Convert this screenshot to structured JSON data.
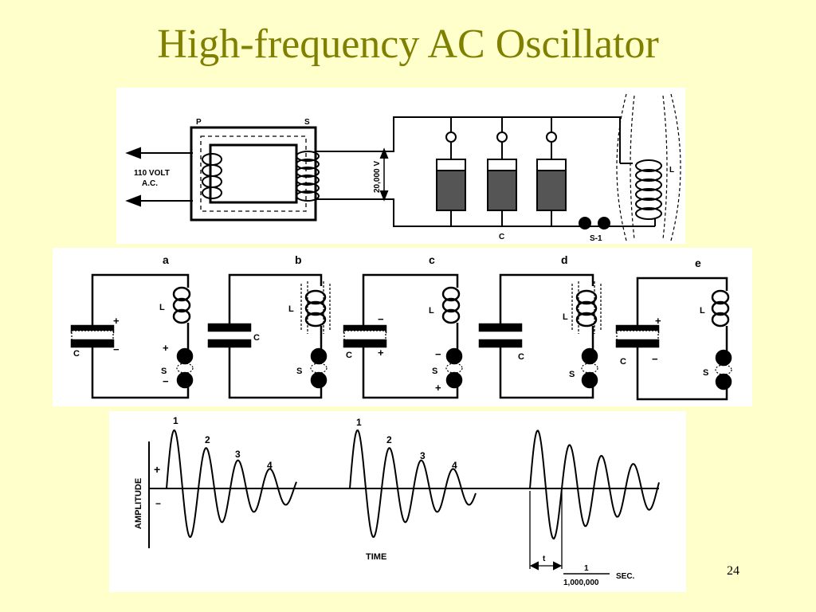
{
  "slide": {
    "title": "High-frequency AC Oscillator",
    "page_number": "24"
  },
  "transformer": {
    "primary_label": "P",
    "secondary_label": "S",
    "input_label_1": "110 VOLT",
    "input_label_2": "A.C.",
    "voltage_label": "20,000 V",
    "capacitor_label": "C",
    "spark_gap_label": "S-1",
    "coil_label": "L"
  },
  "stages": [
    {
      "id": "a",
      "c": "C",
      "l": "L",
      "s": "S",
      "cap_top": "+",
      "cap_bot": "−",
      "gap_top": "+",
      "gap_bot": "−"
    },
    {
      "id": "b",
      "c": "C",
      "l": "L",
      "s": "S"
    },
    {
      "id": "c",
      "c": "C",
      "l": "L",
      "s": "S",
      "cap_top": "−",
      "cap_bot": "+",
      "gap_top": "−",
      "gap_bot": "+"
    },
    {
      "id": "d",
      "c": "C",
      "l": "L",
      "s": "S"
    },
    {
      "id": "e",
      "c": "C",
      "l": "L",
      "s": "S",
      "cap_top": "+",
      "cap_bot": "−"
    }
  ],
  "waveform": {
    "y_axis_label": "AMPLITUDE",
    "plus_label": "+",
    "minus_label": "−",
    "x_axis_label": "TIME",
    "peak_labels_train1": [
      "1",
      "2",
      "3",
      "4"
    ],
    "peak_labels_train2": [
      "1",
      "2",
      "3",
      "4"
    ],
    "period_label": "t",
    "fraction_numerator": "1",
    "fraction_denominator": "1,000,000",
    "fraction_unit": "SEC."
  }
}
